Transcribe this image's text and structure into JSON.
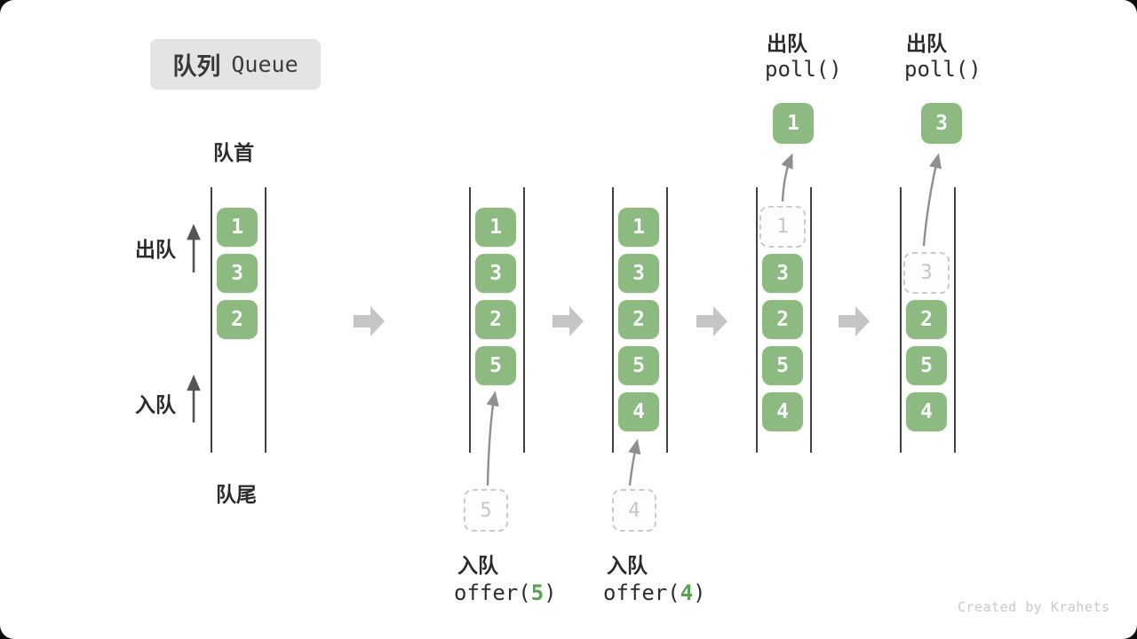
{
  "title": {
    "zh": "队列",
    "en": "Queue"
  },
  "labels": {
    "front": "队首",
    "rear": "队尾",
    "dequeue": "出队",
    "enqueue": "入队"
  },
  "watermark": "Created by Krahets",
  "colors": {
    "cell_green": "#8cba80",
    "arg_green": "#5ba053",
    "block_arrow_gray": "#c5c5c5",
    "flow_arrow_gray": "#8f8f8f",
    "side_arrow_dark": "#555555"
  },
  "states": [
    {
      "cells": [
        "1",
        "3",
        "2"
      ]
    },
    {
      "cells": [
        "1",
        "3",
        "2",
        "5"
      ],
      "incoming": "5",
      "op": {
        "zh": "入队",
        "code_pre": "offer(",
        "arg": "5",
        "code_post": ")"
      }
    },
    {
      "cells": [
        "1",
        "3",
        "2",
        "5",
        "4"
      ],
      "incoming": "4",
      "op": {
        "zh": "入队",
        "code_pre": "offer(",
        "arg": "4",
        "code_post": ")"
      }
    },
    {
      "cells": [
        "3",
        "2",
        "5",
        "4"
      ],
      "removed": "1",
      "out": "1",
      "op": {
        "zh": "出队",
        "code": "poll()"
      }
    },
    {
      "cells": [
        "2",
        "5",
        "4"
      ],
      "removed": "3",
      "out": "3",
      "op": {
        "zh": "出队",
        "code": "poll()"
      }
    }
  ]
}
